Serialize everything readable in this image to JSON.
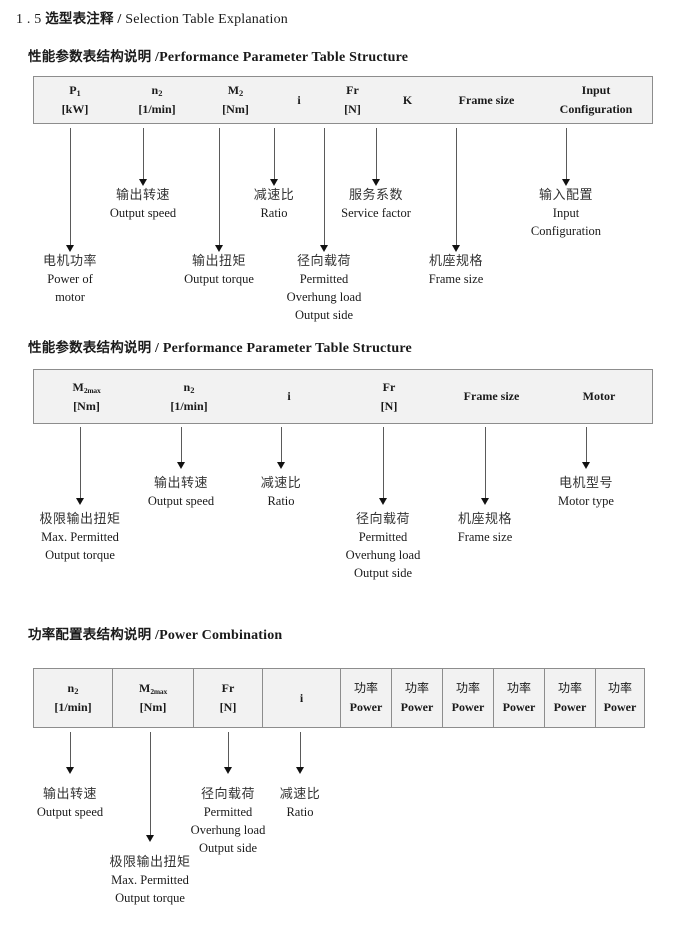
{
  "page": {
    "section_number": "1 . 5",
    "section_title_cn": "选型表注释",
    "section_title_sep": "/",
    "section_title_en": "Selection Table Explanation"
  },
  "sections": [
    {
      "id": "performance-1",
      "heading_cn": "性能参数表结构说明",
      "heading_sep": "/",
      "heading_en": "Performance Parameter Table Structure",
      "table": {
        "style": "plain",
        "columns": [
          {
            "line1": "P",
            "sub1": "1",
            "line2": "[kW]"
          },
          {
            "line1": "n",
            "sub1": "2",
            "line2": "[1/min]"
          },
          {
            "line1": "M",
            "sub1": "2",
            "line2": "[Nm]"
          },
          {
            "line1": "i",
            "sub1": "",
            "line2": ""
          },
          {
            "line1": "Fr",
            "sub1": "",
            "line2": "[N]"
          },
          {
            "line1": "K",
            "sub1": "",
            "line2": ""
          },
          {
            "line1": "Frame size",
            "sub1": "",
            "line2": ""
          },
          {
            "line1": "Input",
            "sub1": "",
            "line2": "Configuration"
          }
        ]
      },
      "notes": [
        {
          "cn": "电机功率",
          "en": [
            "Power of",
            "motor"
          ]
        },
        {
          "cn": "输出转速",
          "en": [
            "Output speed"
          ]
        },
        {
          "cn": "输出扭矩",
          "en": [
            "Output torque"
          ]
        },
        {
          "cn": "减速比",
          "en": [
            "Ratio"
          ]
        },
        {
          "cn": "径向载荷",
          "en": [
            "Permitted",
            "Overhung load",
            "Output side"
          ]
        },
        {
          "cn": "服务系数",
          "en": [
            "Service factor"
          ]
        },
        {
          "cn": "机座规格",
          "en": [
            "Frame size"
          ]
        },
        {
          "cn": "输入配置",
          "en": [
            "Input",
            "Configuration"
          ]
        }
      ]
    },
    {
      "id": "performance-2",
      "heading_cn": "性能参数表结构说明",
      "heading_sep": "/",
      "heading_en": "Performance Parameter Table Structure",
      "table": {
        "style": "plain",
        "columns": [
          {
            "line1": "M",
            "sub1": "2max",
            "line2": "[Nm]"
          },
          {
            "line1": "n",
            "sub1": "2",
            "line2": "[1/min]"
          },
          {
            "line1": "i",
            "sub1": "",
            "line2": ""
          },
          {
            "line1": "Fr",
            "sub1": "",
            "line2": "[N]"
          },
          {
            "line1": "Frame size",
            "sub1": "",
            "line2": ""
          },
          {
            "line1": "Motor",
            "sub1": "",
            "line2": ""
          }
        ]
      },
      "notes": [
        {
          "cn": "极限输出扭矩",
          "en": [
            "Max. Permitted",
            "Output  torque"
          ]
        },
        {
          "cn": "输出转速",
          "en": [
            "Output speed"
          ]
        },
        {
          "cn": "减速比",
          "en": [
            "Ratio"
          ]
        },
        {
          "cn": "径向载荷",
          "en": [
            "Permitted",
            "Overhung load",
            "Output side"
          ]
        },
        {
          "cn": "机座规格",
          "en": [
            "Frame size"
          ]
        },
        {
          "cn": "电机型号",
          "en": [
            "Motor type"
          ]
        }
      ]
    },
    {
      "id": "power-combination",
      "heading_cn": "功率配置表结构说明",
      "heading_sep": "/",
      "heading_en": "Power Combination",
      "table": {
        "style": "grid",
        "columns": [
          {
            "line1": "n",
            "sub1": "2",
            "line2": "[1/min]"
          },
          {
            "line1": "M",
            "sub1": "2max",
            "line2": "[Nm]"
          },
          {
            "line1": "Fr",
            "sub1": "",
            "line2": "[N]"
          },
          {
            "line1": "i",
            "sub1": "",
            "line2": ""
          },
          {
            "line1_cn": "功率",
            "line2": "Power"
          },
          {
            "line1_cn": "功率",
            "line2": "Power"
          },
          {
            "line1_cn": "功率",
            "line2": "Power"
          },
          {
            "line1_cn": "功率",
            "line2": "Power"
          },
          {
            "line1_cn": "功率",
            "line2": "Power"
          },
          {
            "line1_cn": "功率",
            "line2": "Power"
          }
        ]
      },
      "notes": [
        {
          "cn": "输出转速",
          "en": [
            "Output speed"
          ]
        },
        {
          "cn": "极限输出扭矩",
          "en": [
            "Max. Permitted",
            "Output  torque"
          ]
        },
        {
          "cn": "径向载荷",
          "en": [
            "Permitted",
            "Overhung load",
            "Output side"
          ]
        },
        {
          "cn": "减速比",
          "en": [
            "Ratio"
          ]
        }
      ]
    }
  ],
  "colors": {
    "table_fill": "#f2f2f2",
    "table_border": "#8d8d8d",
    "arrow_stem": "#5a5a5a",
    "arrow_head": "#111111",
    "text": "#1a1a1a"
  }
}
